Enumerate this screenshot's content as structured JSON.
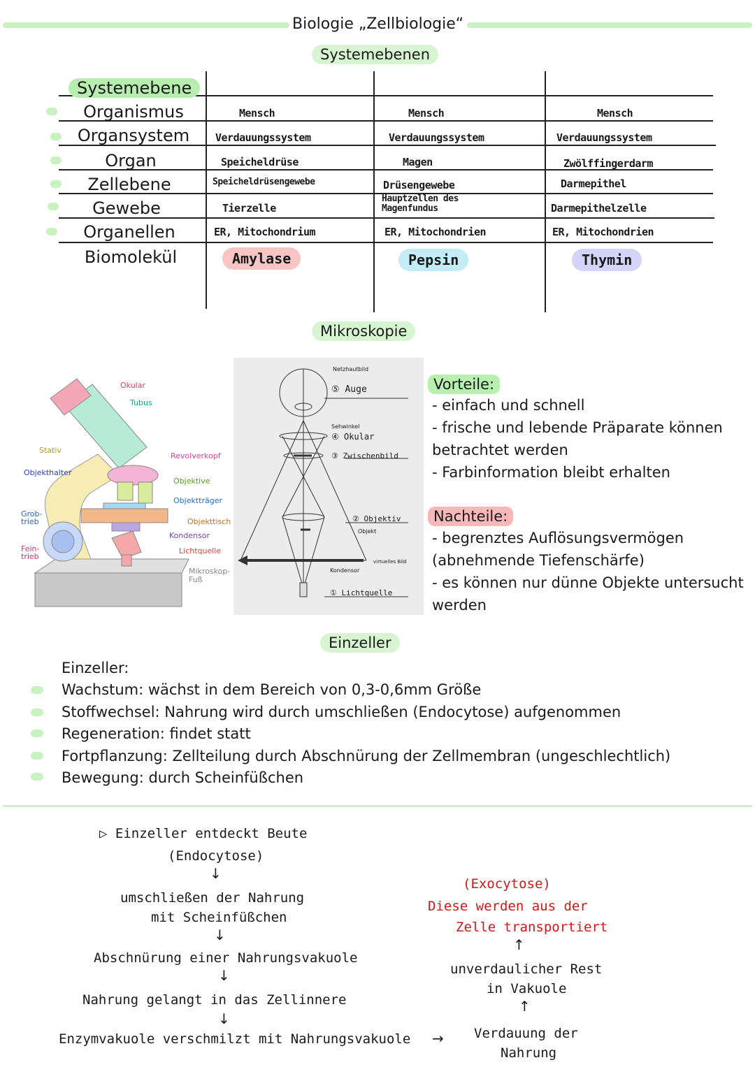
{
  "header": {
    "title": "Biologie „Zellbiologie“"
  },
  "sections": {
    "systemebenen": "Systemebenen",
    "mikroskopie": "Mikroskopie",
    "einzeller": "Einzeller"
  },
  "table": {
    "header": "Systemebene",
    "rows": [
      {
        "label": "Organismus",
        "c1": "Mensch",
        "c2": "Mensch",
        "c3": "Mensch"
      },
      {
        "label": "Organsystem",
        "c1": "Verdauungssystem",
        "c2": "Verdauungssystem",
        "c3": "Verdauungssystem"
      },
      {
        "label": "Organ",
        "c1": "Speicheldrüse",
        "c2": "Magen",
        "c3": "Zwölffingerdarm"
      },
      {
        "label": "Zellebene",
        "c1": "Speicheldrüsengewebe",
        "c2": "Drüsengewebe",
        "c3": "Darmepithel"
      },
      {
        "label": "Gewebe",
        "c1": "Tierzelle",
        "c2": "Hauptzellen des Magenfundus",
        "c3": "Darmepithelzelle"
      },
      {
        "label": "Organellen",
        "c1": "ER, Mitochondrium",
        "c2": "ER, Mitochondrien",
        "c3": "ER, Mitochondrien"
      }
    ],
    "biomolekuel": {
      "label": "Biomolekül",
      "c1": "Amylase",
      "c2": "Pepsin",
      "c3": "Thymin"
    }
  },
  "microscope": {
    "labels": {
      "okular": "Okular",
      "tubus": "Tubus",
      "stativ": "Stativ",
      "revolverkopf": "Revolverkopf",
      "objekthalter": "Objekthalter",
      "objektive": "Objektive",
      "objekttraeger": "Objektträger",
      "grobtrieb": "Grob-\ntrieb",
      "objekttisch": "Objekttisch",
      "kondensor": "Kondensor",
      "feintrieb": "Fein-\ntrieb",
      "lichtquelle": "Lichtquelle",
      "fuss": "Mikroskop-\nFuß"
    }
  },
  "optics": {
    "netzhautbild": "Netzhautbild",
    "auge": "⑤ Auge",
    "sehwinkel": "Sehwinkel",
    "okular": "④ Okular",
    "zwischenbild": "③ Zwischenbild",
    "objektiv": "② Objektiv",
    "objekt": "Objekt",
    "virtuelles_bild": "virtuelles Bild",
    "kondensor": "Kondensor",
    "lichtquelle": "① Lichtquelle"
  },
  "vorteile": {
    "title": "Vorteile:",
    "lines": [
      "- einfach und schnell",
      "- frische und lebende Präparate können",
      "betrachtet werden",
      "- Farbinformation bleibt erhalten"
    ]
  },
  "nachteile": {
    "title": "Nachteile:",
    "lines": [
      "- begrenztes Auflösungsvermögen",
      "(abnehmende Tiefenschärfe)",
      "- es können nur dünne Objekte untersucht",
      "werden"
    ]
  },
  "einzeller": {
    "intro": "Einzeller:",
    "items": [
      "Wachstum: wächst in dem Bereich von 0,3-0,6mm Größe",
      "Stoffwechsel: Nahrung wird durch umschließen (Endocytose) aufgenommen",
      "Regeneration: findet statt",
      "Fortpflanzung: Zellteilung durch Abschnürung der Zellmembran (ungeschlechtlich)",
      "Bewegung: durch Scheinfüßchen"
    ]
  },
  "flow": {
    "step1a": "▷ Einzeller entdeckt Beute",
    "step1b": "(Endocytose)",
    "step2a": "umschließen der Nahrung",
    "step2b": "mit Scheinfüßchen",
    "step3": "Abschnürung einer Nahrungsvakuole",
    "step4": "Nahrung gelangt in das Zellinnere",
    "step5": "Enzymvakuole verschmilzt mit Nahrungsvakuole",
    "arrow_right": "→",
    "verdauung_a": "Verdauung der",
    "verdauung_b": "Nahrung",
    "rest_a": "unverdaulicher Rest",
    "rest_b": "in Vakuole",
    "exo_a": "(Exocytose)",
    "exo_b": "Diese werden aus der",
    "exo_c": "Zelle transportiert",
    "down": "↓",
    "up": "↑",
    "red": "#d01818"
  }
}
